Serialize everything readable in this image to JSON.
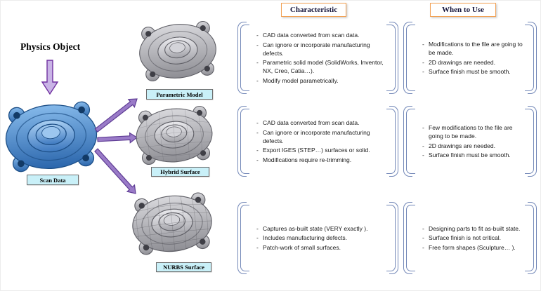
{
  "colors": {
    "accent_border": "#F2A154",
    "label_bg": "#C9F0F8",
    "bracket": "#7388B8",
    "arrow_purple": "#7030A0",
    "scan_blue": "#2E6DB4",
    "model_gray": "#9A9AA0"
  },
  "icons": {
    "down_arrow": "block-arrow-down-icon",
    "flow_arrows": "block-arrow-branch-icons",
    "scan_part": "cad-part-blue-image",
    "model_part": "cad-part-gray-image"
  },
  "headers": {
    "characteristic": "Characteristic",
    "when_to_use": "When to Use"
  },
  "source": {
    "title": "Physics Object",
    "label": "Scan Data"
  },
  "rows": [
    {
      "label": "Parametric Model",
      "characteristics": [
        "CAD data converted from scan data.",
        "Can ignore or incorporate manufacturing defects.",
        "Parametric solid model (SolidWorks, Inventor, NX, Creo, Catia…).",
        "Modify model parametrically."
      ],
      "when_to_use": [
        "Modifications to the file are going to be made.",
        "2D drawings are needed.",
        "Surface finish must be smooth."
      ]
    },
    {
      "label": "Hybrid Surface",
      "characteristics": [
        "CAD data converted from scan data.",
        "Can ignore or incorporate manufacturing defects.",
        "Export IGES (STEP…) surfaces or solid.",
        "Modifications require re-trimming."
      ],
      "when_to_use": [
        "Few modifications to the file are going to be made.",
        "2D drawings are needed.",
        "Surface finish must be smooth."
      ]
    },
    {
      "label": "NURBS Surface",
      "characteristics": [
        "Captures as-built state (VERY exactly ).",
        "Includes manufacturing defects.",
        "Patch-work of small surfaces."
      ],
      "when_to_use": [
        "Designing parts to fit as-built state.",
        "Surface finish is not critical.",
        "Free form shapes (Sculpture… )."
      ]
    }
  ]
}
